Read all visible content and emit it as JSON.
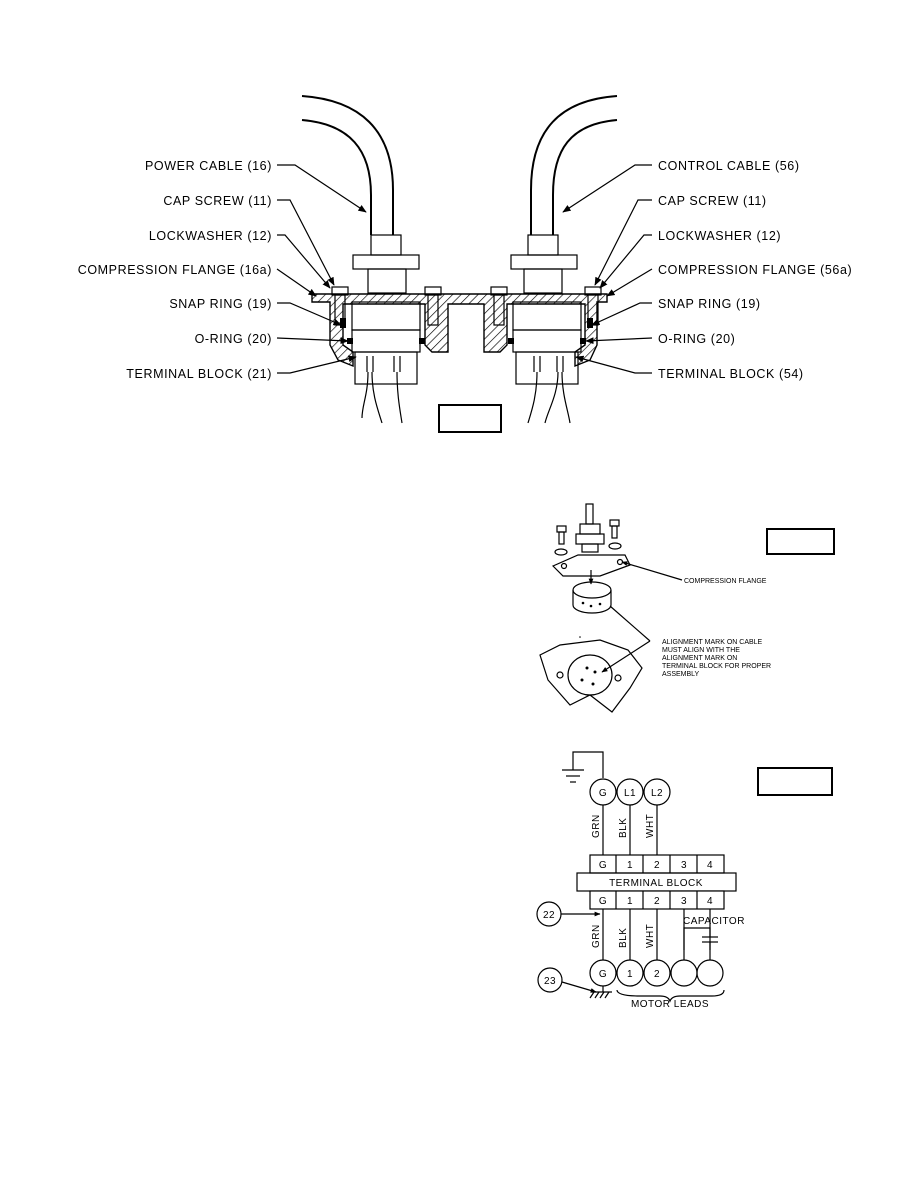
{
  "figure1": {
    "left_labels": [
      "POWER CABLE (16)",
      "CAP SCREW (11)",
      "LOCKWASHER (12)",
      "COMPRESSION FLANGE (16a)",
      "SNAP RING (19)",
      "O-RING (20)",
      "TERMINAL BLOCK (21)"
    ],
    "right_labels": [
      "CONTROL CABLE (56)",
      "CAP SCREW (11)",
      "LOCKWASHER (12)",
      "COMPRESSION FLANGE (56a)",
      "SNAP RING (19)",
      "O-RING (20)",
      "TERMINAL BLOCK (54)"
    ]
  },
  "figure2": {
    "flange_label": "COMPRESSION FLANGE",
    "alignment_note": [
      "ALIGNMENT MARK ON CABLE",
      "MUST ALIGN WITH THE",
      "ALIGNMENT MARK ON",
      "TERMINAL BLOCK FOR PROPER",
      "ASSEMBLY"
    ]
  },
  "figure3": {
    "top_terminals": [
      "G",
      "L1",
      "L2"
    ],
    "top_wires": [
      "GRN",
      "BLK",
      "WHT"
    ],
    "block_positions": [
      "G",
      "1",
      "2",
      "3",
      "4"
    ],
    "block_label": "TERMINAL BLOCK",
    "bottom_wires": [
      "GRN",
      "BLK",
      "WHT"
    ],
    "capacitor_label": "CAPACITOR",
    "motor_terminals": [
      "G",
      "1",
      "2"
    ],
    "motor_leads_label": "MOTOR LEADS",
    "callout_22": "22",
    "callout_23": "23"
  }
}
